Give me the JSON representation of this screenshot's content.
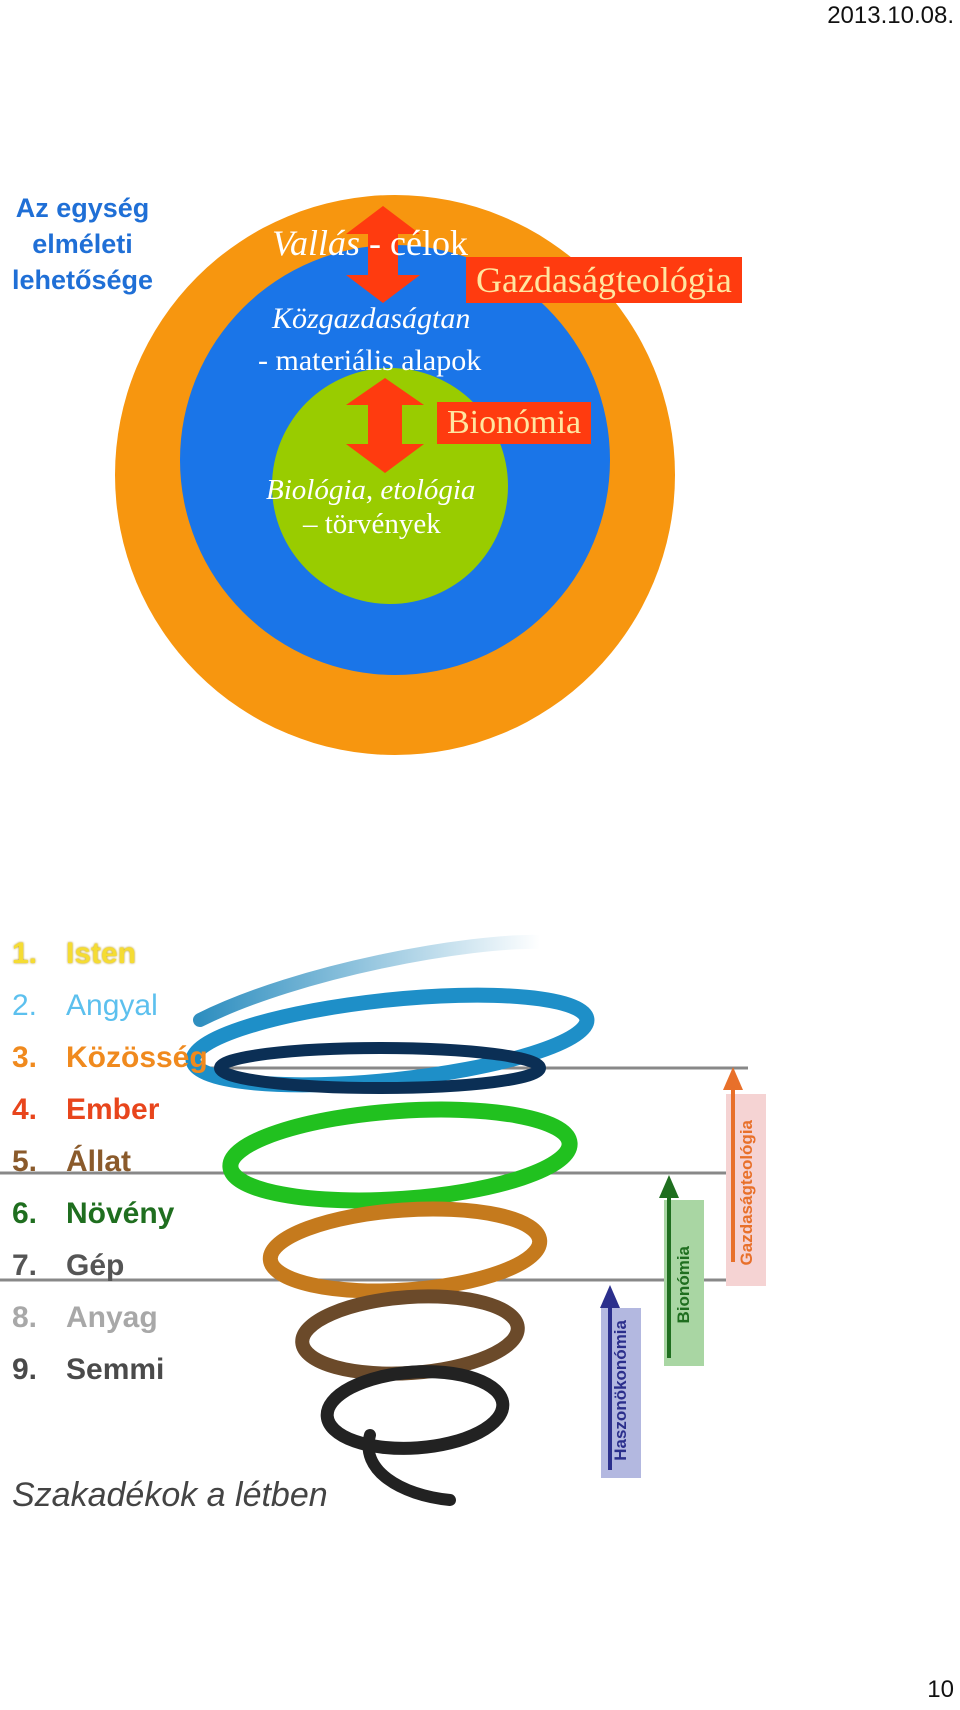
{
  "header": {
    "date": "2013.10.08."
  },
  "footer": {
    "page_number": "10"
  },
  "top_diagram": {
    "unity_label": [
      "Az egység",
      "elméleti",
      "lehetősége"
    ],
    "outer_label_italic": "Vallás",
    "outer_label_rest": " - célok",
    "tag_outer": "Gazdaságteológia",
    "middle_label_1": "Közgazdaságtan",
    "middle_label_2": "- materiális alapok",
    "tag_inner": "Bionómia",
    "inner_label_1": "Biológia, etológia",
    "inner_label_2": "– törvények",
    "colors": {
      "outer": "#f7960f",
      "middle": "#1a75e8",
      "inner": "#99cc00",
      "arrow": "#ff3b0f"
    }
  },
  "levels": {
    "items": [
      {
        "num": "1.",
        "label": "Isten",
        "color": "#f5dc32"
      },
      {
        "num": "2.",
        "label": "Angyal",
        "color": "#5cc0ee"
      },
      {
        "num": "3.",
        "label": "Közösség",
        "color": "#f08a1e"
      },
      {
        "num": "4.",
        "label": "Ember",
        "color": "#e8451c"
      },
      {
        "num": "5.",
        "label": "Állat",
        "color": "#8a5a2b"
      },
      {
        "num": "6.",
        "label": "Növény",
        "color": "#1f6e1f"
      },
      {
        "num": "7.",
        "label": "Gép",
        "color": "#555555"
      },
      {
        "num": "8.",
        "label": "Anyag",
        "color": "#a8a8a8"
      },
      {
        "num": "9.",
        "label": "Semmi",
        "color": "#4a4a4a"
      }
    ]
  },
  "side_labels": {
    "haszon": "Haszonökonómia",
    "bionomia": "Bionómia",
    "gazdasag": "Gazdaságteológia"
  },
  "caption": "Szakadékok a létben"
}
